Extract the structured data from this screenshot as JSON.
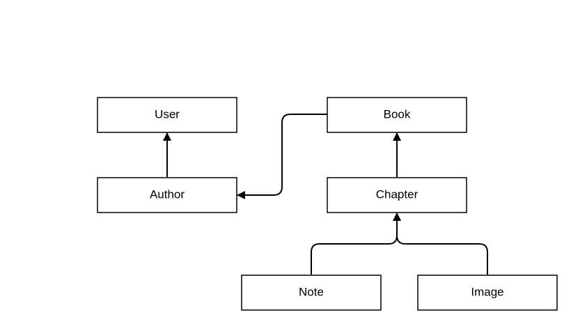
{
  "nodes": [
    {
      "id": "user",
      "label": "User"
    },
    {
      "id": "author",
      "label": "Author"
    },
    {
      "id": "book",
      "label": "Book"
    },
    {
      "id": "chapter",
      "label": "Chapter"
    },
    {
      "id": "note",
      "label": "Note"
    },
    {
      "id": "image",
      "label": "Image"
    }
  ],
  "edges": [
    {
      "from": "author",
      "to": "user"
    },
    {
      "from": "book",
      "to": "author"
    },
    {
      "from": "chapter",
      "to": "book"
    },
    {
      "from": "note",
      "to": "chapter"
    },
    {
      "from": "image",
      "to": "chapter"
    }
  ],
  "colors": {
    "stroke": "#000000",
    "fill": "#ffffff",
    "background": "#ffffff"
  }
}
